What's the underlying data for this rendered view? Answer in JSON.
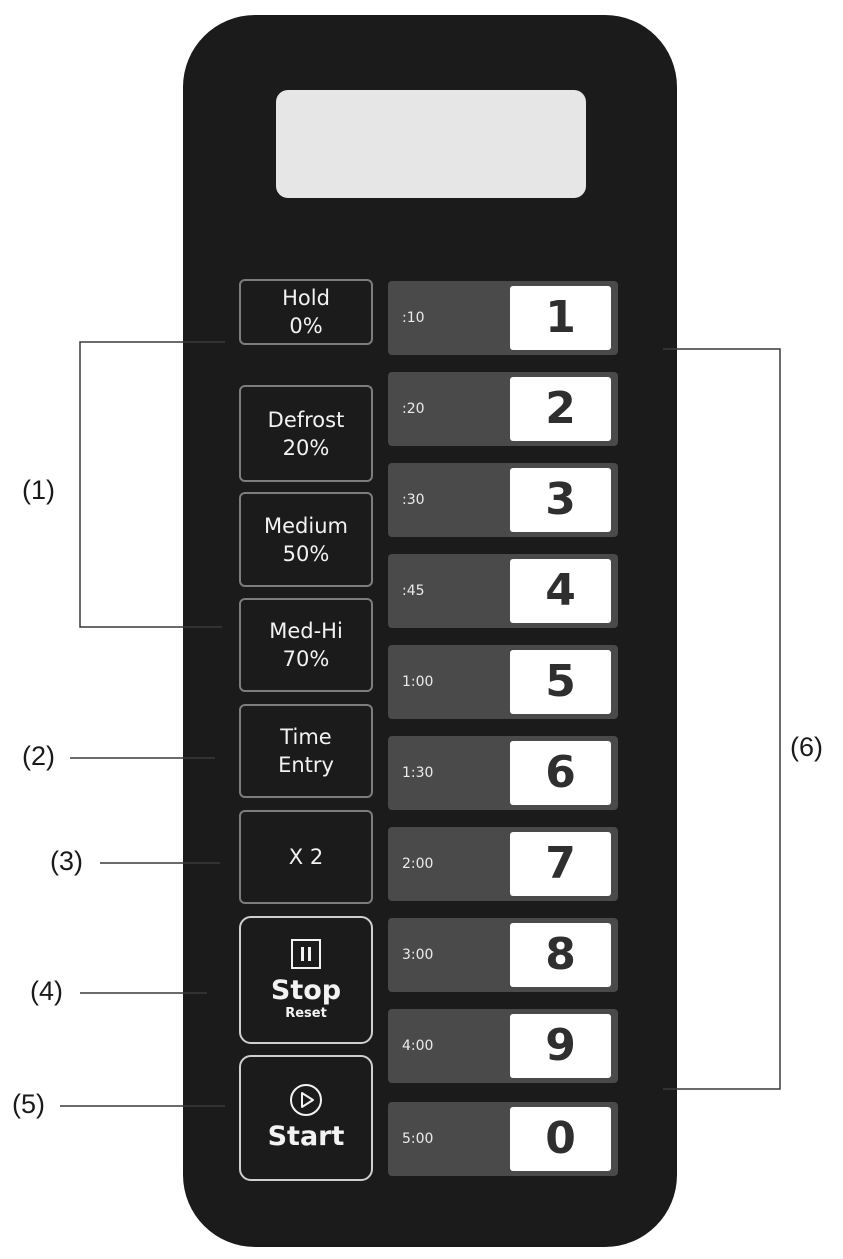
{
  "function_buttons": [
    {
      "line1": "Hold",
      "line2": "0%"
    },
    {
      "line1": "Defrost",
      "line2": "20%"
    },
    {
      "line1": "Medium",
      "line2": "50%"
    },
    {
      "line1": "Med-Hi",
      "line2": "70%"
    },
    {
      "line1": "Time",
      "line2": "Entry"
    },
    {
      "line1": "X 2",
      "line2": ""
    }
  ],
  "stop_button": {
    "label": "Stop",
    "sublabel": "Reset"
  },
  "start_button": {
    "label": "Start"
  },
  "keypad": [
    {
      "time": ":10",
      "digit": "1"
    },
    {
      "time": ":20",
      "digit": "2"
    },
    {
      "time": ":30",
      "digit": "3"
    },
    {
      "time": ":45",
      "digit": "4"
    },
    {
      "time": "1:00",
      "digit": "5"
    },
    {
      "time": "1:30",
      "digit": "6"
    },
    {
      "time": "2:00",
      "digit": "7"
    },
    {
      "time": "3:00",
      "digit": "8"
    },
    {
      "time": "4:00",
      "digit": "9"
    },
    {
      "time": "5:00",
      "digit": "0"
    }
  ],
  "callouts": [
    "(1)",
    "(2)",
    "(3)",
    "(4)",
    "(5)",
    "(6)"
  ],
  "colors": {
    "panel": "#1b1b1b",
    "display": "#e6e6e6",
    "key": "#4a4a4a",
    "digit_face": "#ffffff"
  },
  "icons": {
    "stop": "pause-icon",
    "start": "play-icon"
  }
}
